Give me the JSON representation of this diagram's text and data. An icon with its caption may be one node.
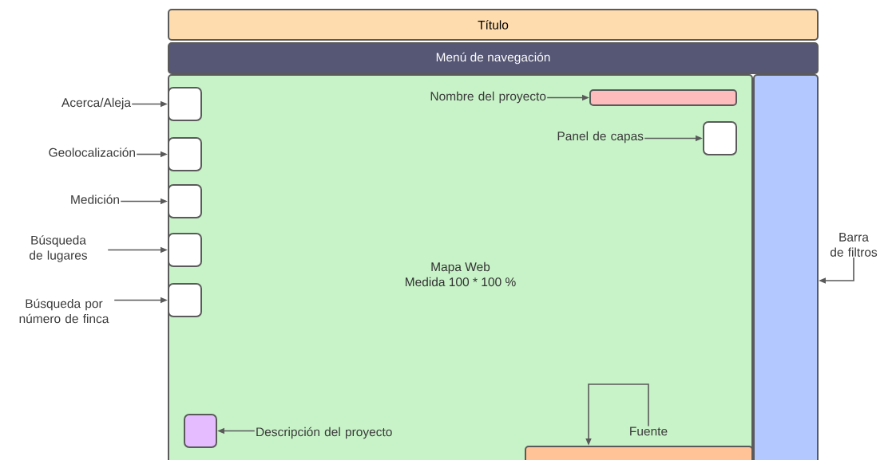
{
  "diagram": {
    "nodes": [
      {
        "text": [
          "Título"
        ]
      },
      {
        "text": [
          "Menú de navegación"
        ]
      },
      {
        "text": [
          "Mapa Web",
          "Medida 100 * 100 %"
        ]
      },
      {
        "text": [
          "Nombre del proyecto"
        ],
        "in": 2
      },
      {
        "text": [],
        "shape": "bar",
        "in": 2
      },
      {
        "text": [
          "Panel de capas"
        ],
        "in": 2
      },
      {
        "text": [],
        "shape": "box",
        "in": 2
      },
      {
        "text": [
          "Acerca/Aleja"
        ]
      },
      {
        "text": [],
        "shape": "box",
        "in": 2
      },
      {
        "text": [
          "Geolocalización"
        ]
      },
      {
        "text": [],
        "shape": "box",
        "in": 2
      },
      {
        "text": [
          "Medición"
        ]
      },
      {
        "text": [],
        "shape": "box",
        "in": 2
      },
      {
        "text": [
          "Búsqueda de lugares"
        ]
      },
      {
        "text": [],
        "shape": "box",
        "in": 2
      },
      {
        "text": [
          "Búsqueda por número de finca"
        ]
      },
      {
        "text": [],
        "shape": "box",
        "in": 2
      },
      {
        "text": [],
        "shape": "bar"
      },
      {
        "text": [
          "Barra de filtros"
        ]
      },
      {
        "text": [],
        "shape": "box",
        "in": 2
      },
      {
        "text": [
          "Descripción del proyecto"
        ],
        "in": 2
      },
      {
        "text": [
          "Fuente"
        ],
        "in": 2
      },
      {
        "text": [],
        "shape": "bar",
        "in": 2
      }
    ],
    "edges": [
      {
        "from": 3,
        "to": 4,
        "arrow": "to"
      },
      {
        "from": 5,
        "to": 6,
        "arrow": "to"
      },
      {
        "from": 7,
        "to": 8,
        "arrow": "to"
      },
      {
        "from": 9,
        "to": 10,
        "arrow": "to"
      },
      {
        "from": 11,
        "to": 12,
        "arrow": "to"
      },
      {
        "from": 13,
        "to": 14,
        "arrow": "to"
      },
      {
        "from": 15,
        "to": 16,
        "arrow": "to"
      },
      {
        "from": 18,
        "to": 17,
        "arrow": "to"
      },
      {
        "from": 20,
        "to": 19,
        "arrow": "to"
      },
      {
        "from": 21,
        "to": 22,
        "arrow": "to"
      }
    ]
  }
}
